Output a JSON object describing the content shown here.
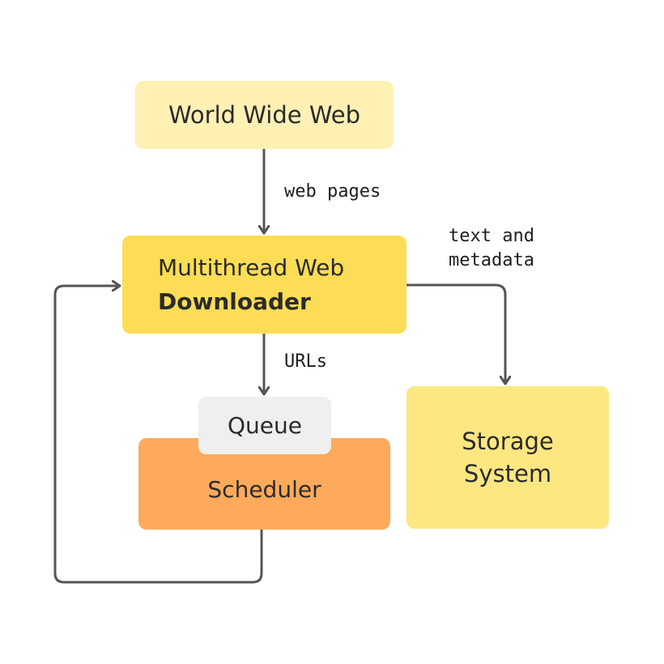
{
  "nodes": {
    "world_wide_web": "World Wide Web",
    "downloader": {
      "line1": "Multithread Web",
      "line2": "Downloader"
    },
    "queue": "Queue",
    "scheduler": "Scheduler",
    "storage": {
      "line1": "Storage",
      "line2": "System"
    }
  },
  "edges": {
    "web_pages": "web pages",
    "text_and_metadata": "text and metadata",
    "urls": "URLs"
  },
  "colors": {
    "world_wide_web": "#fff0b3",
    "downloader": "#fcdd55",
    "queue": "#efefef",
    "scheduler": "#fdaa5b",
    "storage": "#fde781",
    "arrow": "#555555"
  }
}
